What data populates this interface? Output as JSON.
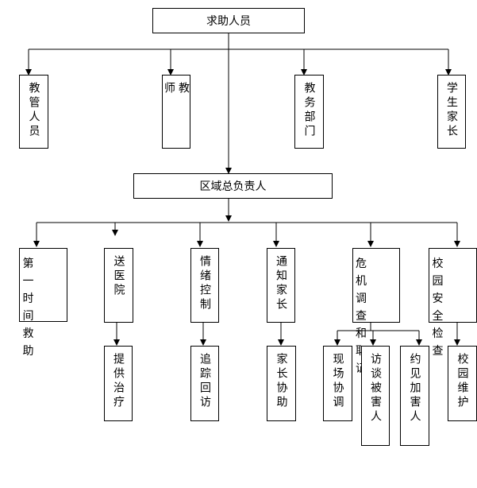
{
  "root": {
    "label": "求助人员"
  },
  "requesters": [
    {
      "id": "admin",
      "label": "教管人员"
    },
    {
      "id": "teacher",
      "label": "教  师"
    },
    {
      "id": "office",
      "label": "教务部门"
    },
    {
      "id": "parent",
      "label": "学生家长"
    }
  ],
  "center": {
    "label": "区域总负责人"
  },
  "actions": [
    {
      "id": "first-aid",
      "label": "第一时间救助"
    },
    {
      "id": "hospital",
      "label": "送医院"
    },
    {
      "id": "emotion",
      "label": "情绪控制"
    },
    {
      "id": "notify",
      "label": "通知家长"
    },
    {
      "id": "investigate",
      "label": "危机调查和取证"
    },
    {
      "id": "inspect",
      "label": "校园安全检查"
    }
  ],
  "followups": [
    {
      "id": "treatment",
      "label": "提供治疗"
    },
    {
      "id": "tracking",
      "label": "追踪回访"
    },
    {
      "id": "assist",
      "label": "家长协助"
    },
    {
      "id": "coordinate",
      "label": "现场协调"
    },
    {
      "id": "interview",
      "label": "访谈被害人"
    },
    {
      "id": "meet",
      "label": "约见加害人"
    },
    {
      "id": "maintain",
      "label": "校园维护"
    }
  ]
}
